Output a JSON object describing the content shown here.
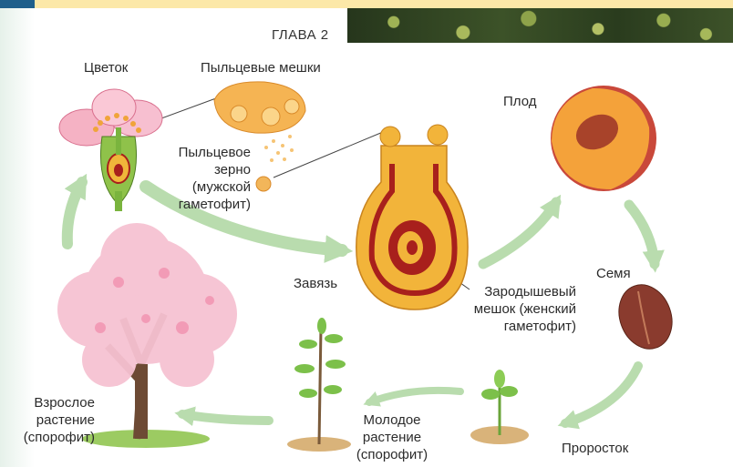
{
  "header": {
    "chapter": "ГЛАВА 2"
  },
  "labels": {
    "flower": "Цветок",
    "pollen_sacs": "Пыльцевые мешки",
    "pollen_grain": "Пыльцевое\nзерно\n(мужской\nгаметофит)",
    "fruit": "Плод",
    "ovary": "Завязь",
    "embryo_sac": "Зародышевый\nмешок (женский\nгаметофит)",
    "seed": "Семя",
    "adult_plant": "Взрослое\nрастение\n(спорофит)",
    "young_plant": "Молодое\nрастение\n(спорофит)",
    "sprout": "Проросток"
  },
  "icons": [
    "flower-icon",
    "pollen-sac-icon",
    "pollen-grain-icon",
    "ovary-icon",
    "fruit-icon",
    "seed-icon",
    "sprout-icon",
    "young-plant-icon",
    "tree-icon"
  ],
  "colors": {
    "arrow": "#b9dcae",
    "ovary_outer": "#f2b43a",
    "ovary_inner": "#a8201c",
    "blossom": "#f5b9c9",
    "pollen": "#f4b55a"
  }
}
